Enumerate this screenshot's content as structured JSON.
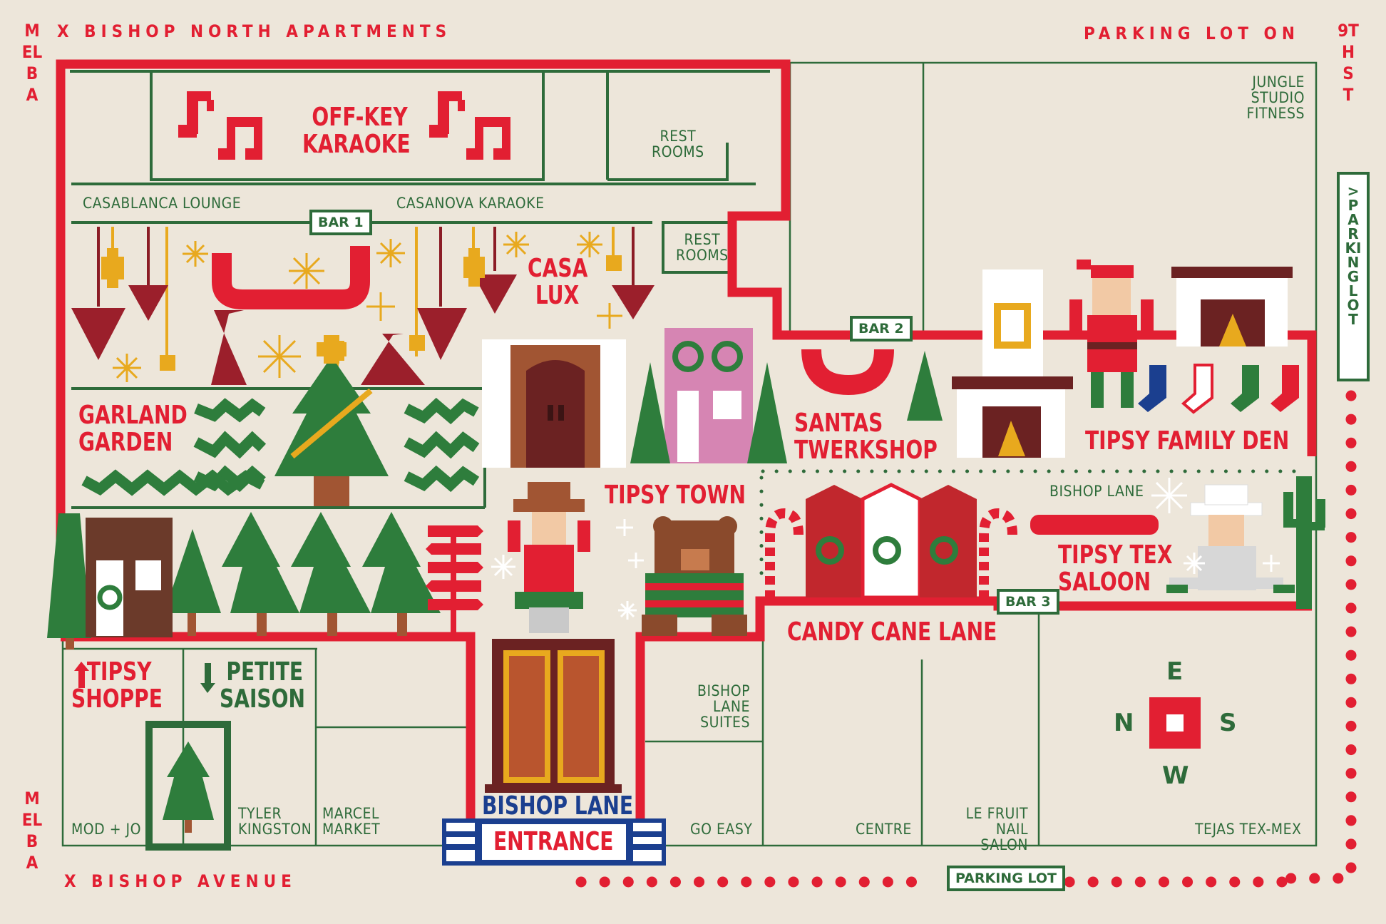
{
  "streets": {
    "top_left_v": "MELBA",
    "top": "X BISHOP NORTH APARTMENTS",
    "top_right": "PARKING LOT ON",
    "right_v": "9TH ST",
    "bottom_left_v": "MELBA",
    "bottom": "X BISHOP AVENUE"
  },
  "parking_side": "> PARKING LOT",
  "parking_bottom": "PARKING LOT",
  "areas": {
    "karaoke_line1": "OFF-KEY",
    "karaoke_line2": "KARAOKE",
    "restrooms_top_1": "REST",
    "restrooms_top_2": "ROOMS",
    "restrooms_mid_1": "REST",
    "restrooms_mid_2": "ROOMS",
    "casablanca": "CASABLANCA LOUNGE",
    "casanova": "CASANOVA KARAOKE",
    "casalux_1": "CASA",
    "casalux_2": "LUX",
    "garland_1": "GARLAND",
    "garland_2": "GARDEN",
    "santas_1": "SANTAS",
    "santas_2": "TWERKSHOP",
    "tipsy_family_den": "TIPSY FAMILY DEN",
    "jungle_1": "JUNGLE",
    "jungle_2": "STUDIO",
    "jungle_3": "FITNESS",
    "tipsy_town": "TIPSY TOWN",
    "bishop_lane": "BISHOP LANE",
    "tipsy_tex_1": "TIPSY TEX",
    "tipsy_tex_2": "SALOON",
    "candy_cane_lane": "CANDY CANE LANE",
    "tipsy_shoppe_1": "TIPSY",
    "tipsy_shoppe_2": "SHOPPE",
    "petite_1": "PETITE",
    "petite_2": "SAISON",
    "suites_1": "BISHOP",
    "suites_2": "LANE",
    "suites_3": "SUITES"
  },
  "bars": {
    "bar1": "BAR 1",
    "bar2": "BAR 2",
    "bar3": "BAR 3"
  },
  "entrance": {
    "line1": "BISHOP LANE",
    "line2": "ENTRANCE"
  },
  "shops": {
    "mod_jo": "MOD + JO",
    "tyler_1": "TYLER",
    "tyler_2": "KINGSTON",
    "marcel_1": "MARCEL",
    "marcel_2": "MARKET",
    "go_easy": "GO EASY",
    "centre": "CENTRE",
    "lefruit_1": "LE FRUIT",
    "lefruit_2": "NAIL SALON",
    "tejas": "TEJAS TEX-MEX"
  },
  "compass": {
    "n": "N",
    "e": "E",
    "s": "S",
    "w": "W"
  },
  "colors": {
    "red": "#e21f32",
    "green": "#2e6b3a",
    "navy": "#1b3f8f",
    "gold": "#e8a91e",
    "background": "#ede6da"
  }
}
